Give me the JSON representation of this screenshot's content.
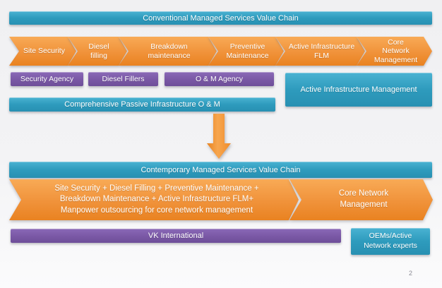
{
  "slide": {
    "page_number": "2",
    "colors": {
      "teal": "#2f9ec0",
      "purple": "#7b59a6",
      "orange": "#f0923a"
    },
    "icons": {
      "transition": "down-arrow"
    },
    "conventional": {
      "header": "Conventional  Managed Services Value Chain",
      "chain": [
        "Site Security",
        "Diesel filling",
        "Breakdown maintenance",
        "Preventive Maintenance",
        "Active Infrastructure FLM",
        "Core Network Management"
      ],
      "vendors": [
        "Security Agency",
        "Diesel Fillers",
        "O & M Agency"
      ],
      "active_infrastructure": "Active Infrastructure Management",
      "passive_bar": "Comprehensive Passive Infrastructure  O & M"
    },
    "contemporary": {
      "header": "Contemporary  Managed Services Value Chain",
      "bundle_lines": [
        "Site Security + Diesel Filling + Preventive Maintenance +",
        "Breakdown Maintenance + Active Infrastructure FLM+",
        "Manpower outsourcing for core network management"
      ],
      "core": "Core Network Management",
      "vendor": "VK International",
      "oem": "OEMs/Active Network experts"
    }
  }
}
